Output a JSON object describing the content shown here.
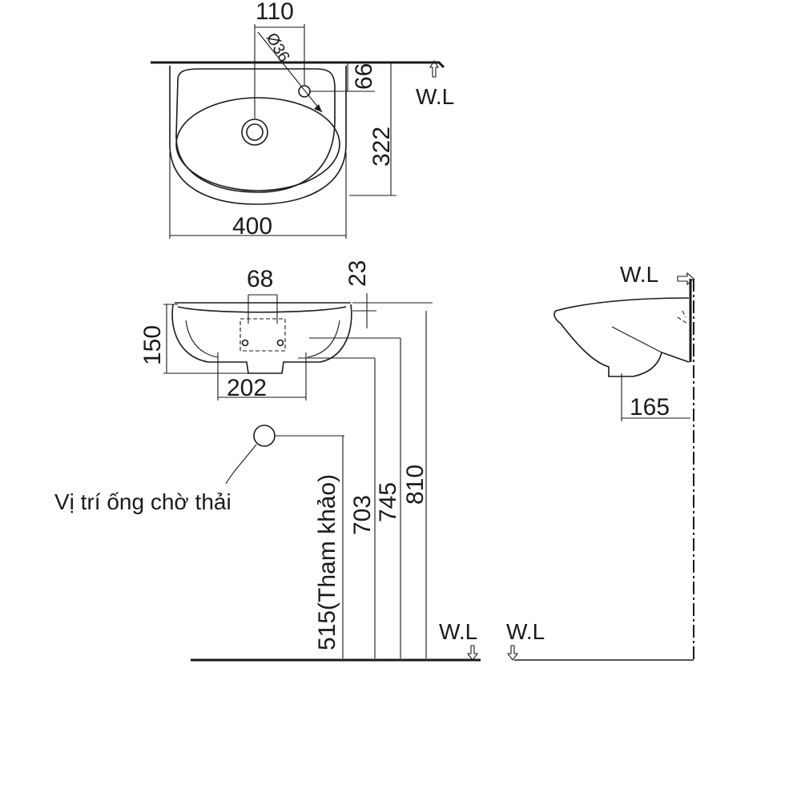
{
  "dimensions": {
    "top_offset": "110",
    "hole_diameter": "Ø36",
    "rim_to_hole": "66",
    "depth": "322",
    "width": "400",
    "mount_spacing": "68",
    "rim_offset": "23",
    "bowl_height": "150",
    "base_width": "202",
    "wall_projection": "165",
    "height_drain": "703",
    "height_mid": "745",
    "height_rim": "810",
    "drain_reference": "515(Tham khảo)"
  },
  "labels": {
    "water_level_top": "W.L",
    "water_level_side": "W.L",
    "water_level_floor_front": "W.L",
    "water_level_floor_side": "W.L",
    "drain_position": "Vị trí ống chờ thải"
  }
}
